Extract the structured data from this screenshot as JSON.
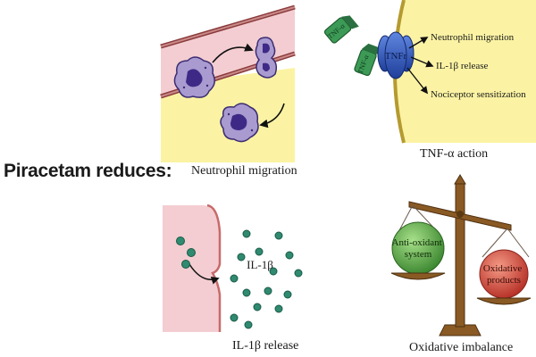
{
  "title": "Piracetam reduces:",
  "panels": {
    "neutrophil": {
      "caption": "Neutrophil migration"
    },
    "tnf": {
      "caption": "TNF-α action",
      "ligand_label": "TNF-α",
      "receptor_label": "TNFr",
      "effects": [
        "Neutrophil migration",
        "IL-1β release",
        "Nociceptor sensitization"
      ]
    },
    "il1b": {
      "caption": "IL-1β release",
      "molecule_label": "IL-1β"
    },
    "oxidative": {
      "caption": "Oxidative imbalance",
      "left_pan": "Anti-oxidant system",
      "left_pan_lines": [
        "Anti-oxidant",
        "system"
      ],
      "right_pan": "Oxidative products",
      "right_pan_lines": [
        "Oxidative",
        "products"
      ]
    }
  },
  "colors": {
    "vessel": "#f3cdd1",
    "tissue": "#fbf3a3",
    "cell": "#a99ad0",
    "nucleus": "#3e2a86",
    "receptor": "#2e55b8",
    "ligand": "#3d9a56",
    "molecule": "#2f8a70",
    "scale": "#8a5a24",
    "antioxidant": "#58a84a",
    "oxidative": "#d04a3c"
  }
}
